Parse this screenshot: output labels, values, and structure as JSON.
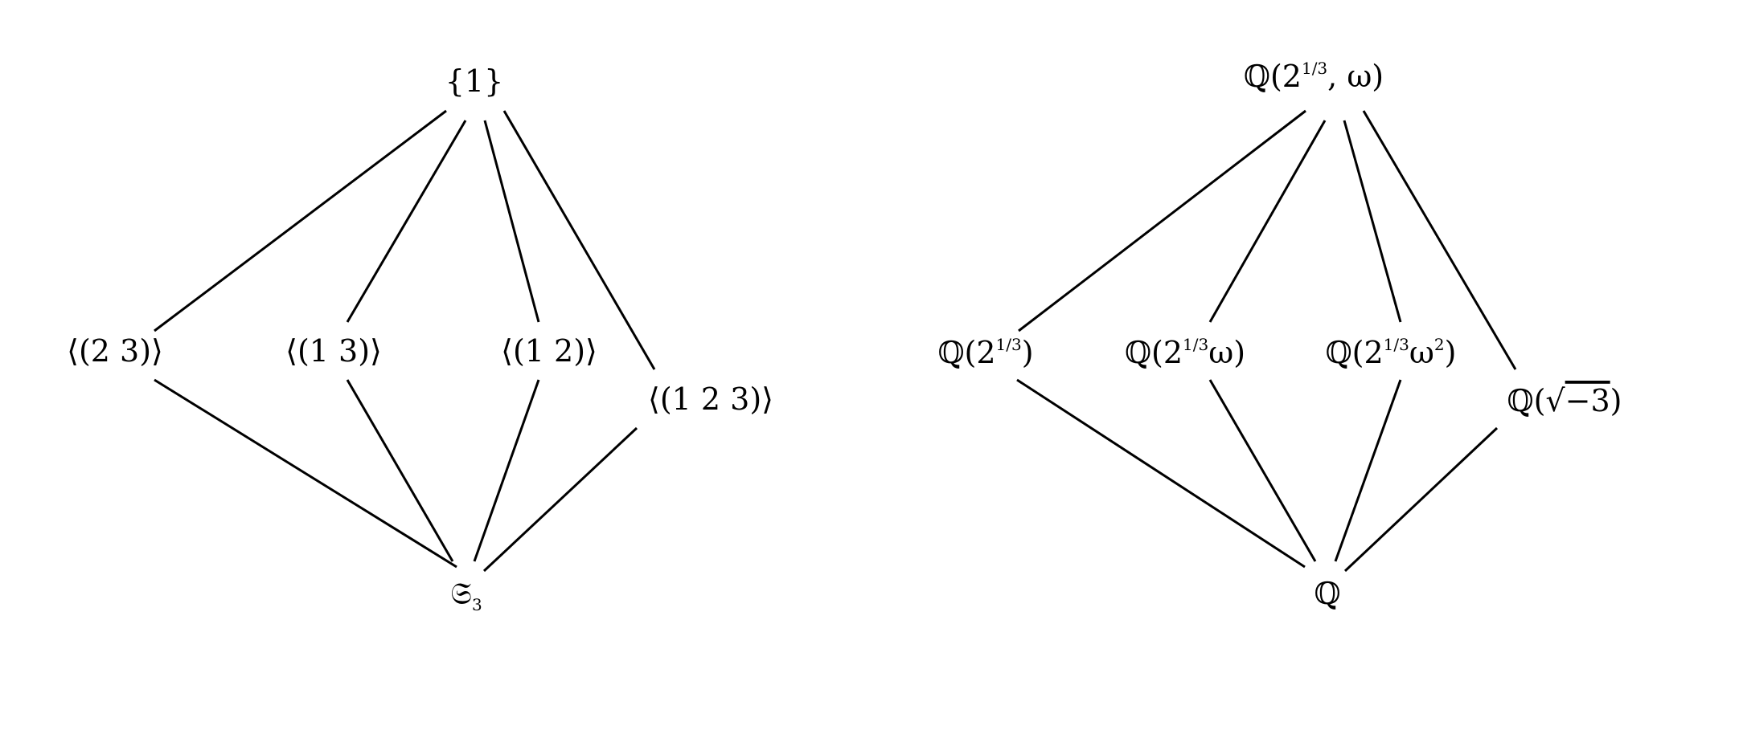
{
  "groups": {
    "top": "{1}",
    "g23": "⟨(2 3)⟩",
    "g13": "⟨(1 3)⟩",
    "g12": "⟨(1 2)⟩",
    "g123": "⟨(1 2 3)⟩",
    "bottom": {
      "base": "𝔖",
      "sub": "3"
    }
  },
  "fields": {
    "top": {
      "pre": "ℚ(2",
      "sup": "1/3",
      "post": ", ω)"
    },
    "f1": {
      "pre": "ℚ(2",
      "sup": "1/3",
      "post": ")"
    },
    "f2": {
      "pre": "ℚ(2",
      "sup": "1/3",
      "post": "ω)"
    },
    "f3": {
      "pre": "ℚ(2",
      "sup": "1/3",
      "post": "ω",
      "sup2": "2",
      "post2": ")"
    },
    "f4": {
      "pre": "ℚ(√",
      "over": "−3",
      "post": ")"
    },
    "bottom": "ℚ"
  }
}
